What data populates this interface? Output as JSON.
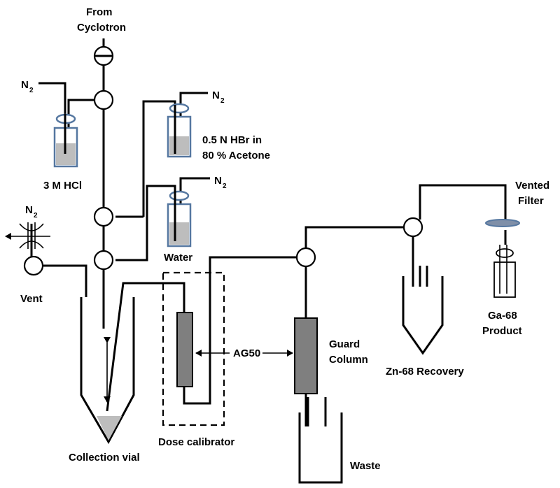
{
  "labels": {
    "from_cyclotron_1": "From",
    "from_cyclotron_2": "Cyclotron",
    "n2_main": "N",
    "n2_sub": "2",
    "hcl": "3 M HCl",
    "hbr_1": "0.5 N HBr in",
    "hbr_2": "80 % Acetone",
    "water": "Water",
    "vent": "Vent",
    "collection_vial": "Collection vial",
    "dose_calibrator": "Dose calibrator",
    "ag50": "AG50",
    "guard_1": "Guard",
    "guard_2": "Column",
    "waste": "Waste",
    "zn_recovery": "Zn-68 Recovery",
    "vented_1": "Vented",
    "vented_2": "Filter",
    "ga_1": "Ga-68",
    "ga_2": "Product"
  }
}
